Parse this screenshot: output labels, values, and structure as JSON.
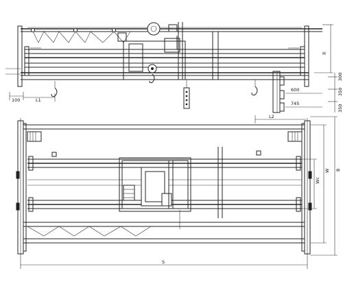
{
  "drawing": {
    "dimensions": {
      "h": "H",
      "d300_a": "300",
      "d600": "600",
      "d350_a": "350",
      "d745": "745",
      "d350_b": "350",
      "d100": "100",
      "l1": "L1",
      "l2": "L2",
      "wc": "Wc",
      "w": "W",
      "b": "B",
      "s": "S"
    }
  }
}
